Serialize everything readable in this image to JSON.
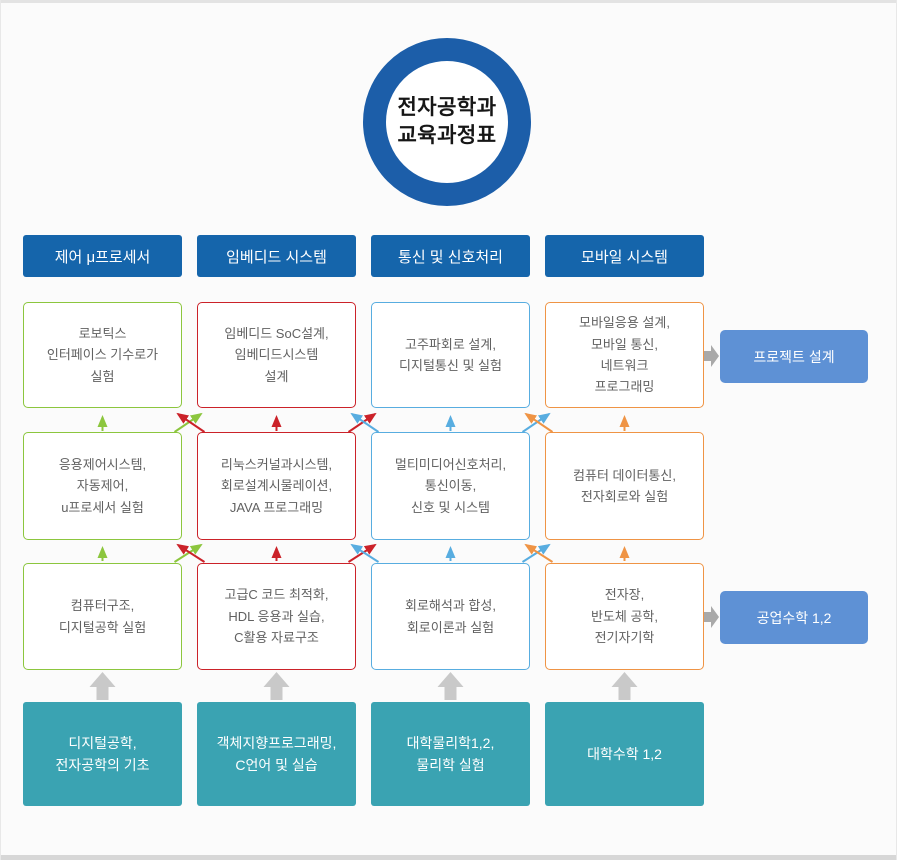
{
  "logo": {
    "text": "전자공학과\n교육과정표"
  },
  "tracks": [
    {
      "id": "control",
      "header": "제어 μ프로세서",
      "color": "#8cc63e",
      "courses": [
        "로보틱스\n인터페이스 기수로가\n실험",
        "응용제어시스템,\n자동제어,\nu프로세서 실험",
        "컴퓨터구조,\n디지털공학 실험"
      ],
      "foundation": "디지털공학,\n전자공학의 기초"
    },
    {
      "id": "embedded",
      "header": "임베디드 시스템",
      "color": "#cb2229",
      "courses": [
        "임베디드 SoC설계,\n임베디드시스템\n설계",
        "리눅스커널과시스템,\n회로설계시물레이션,\nJAVA 프로그래밍",
        "고급C 코드 최적화,\nHDL 응용과 실습,\nC활용 자료구조"
      ],
      "foundation": "객체지향프로그래밍,\nC언어 및 실습"
    },
    {
      "id": "communication",
      "header": "통신 및 신호처리",
      "color": "#58ade0",
      "courses": [
        "고주파회로 설계,\n디지털통신 및 실험",
        "멀티미디어신호처리,\n통신이동,\n신호 및 시스템",
        "회로해석과 합성,\n회로이론과 실험"
      ],
      "foundation": "대학물리학1,2,\n물리학 실험"
    },
    {
      "id": "mobile",
      "header": "모바일 시스템",
      "color": "#ef9445",
      "courses": [
        "모바일응용 설계,\n모바일 통신,\n네트워크\n프로그래밍",
        "컴퓨터 데이터통신,\n전자회로와 실험",
        "전자장,\n반도체 공학,\n전기자기학"
      ],
      "foundation": "대학수학 1,2"
    }
  ],
  "side_boxes": [
    {
      "label": "프로젝트 설계"
    },
    {
      "label": "공업수학 1,2"
    }
  ],
  "colors": {
    "header_blue": "#1565ab",
    "ring_blue": "#1c5ea9",
    "side_blue": "#5e91d5",
    "foundation_teal": "#3aa3b2",
    "track_green": "#8cc63e",
    "track_red": "#cb2229",
    "track_blue": "#58ade0",
    "track_orange": "#ef9445",
    "arrow_gray": "#c9c9c9",
    "background": "#fbfbfb"
  }
}
